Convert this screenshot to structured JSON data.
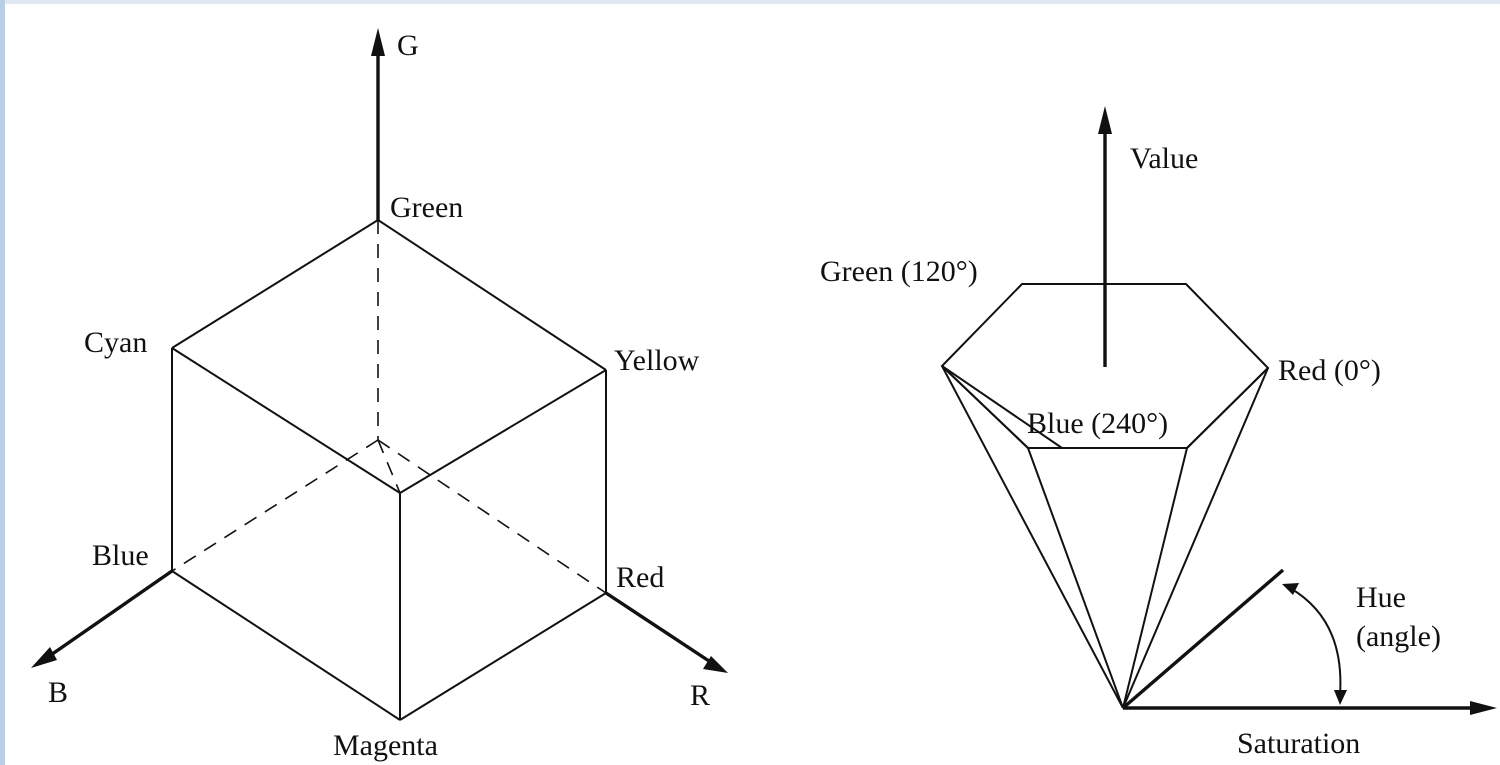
{
  "rgb_cube": {
    "axes": {
      "g": "G",
      "b": "B",
      "r": "R"
    },
    "vertices": {
      "green": "Green",
      "cyan": "Cyan",
      "yellow": "Yellow",
      "blue": "Blue",
      "red": "Red",
      "magenta": "Magenta"
    }
  },
  "hsv_hexcone": {
    "axis_value": "Value",
    "vertices": {
      "green": "Green (120°)",
      "red": "Red (0°)",
      "blue": "Blue (240°)"
    },
    "hue_label_line1": "Hue",
    "hue_label_line2": "(angle)",
    "saturation": "Saturation"
  },
  "colors": {
    "frame_left": "#b9cfe3",
    "frame_top": "#dfe8f1",
    "ink": "#111111"
  }
}
